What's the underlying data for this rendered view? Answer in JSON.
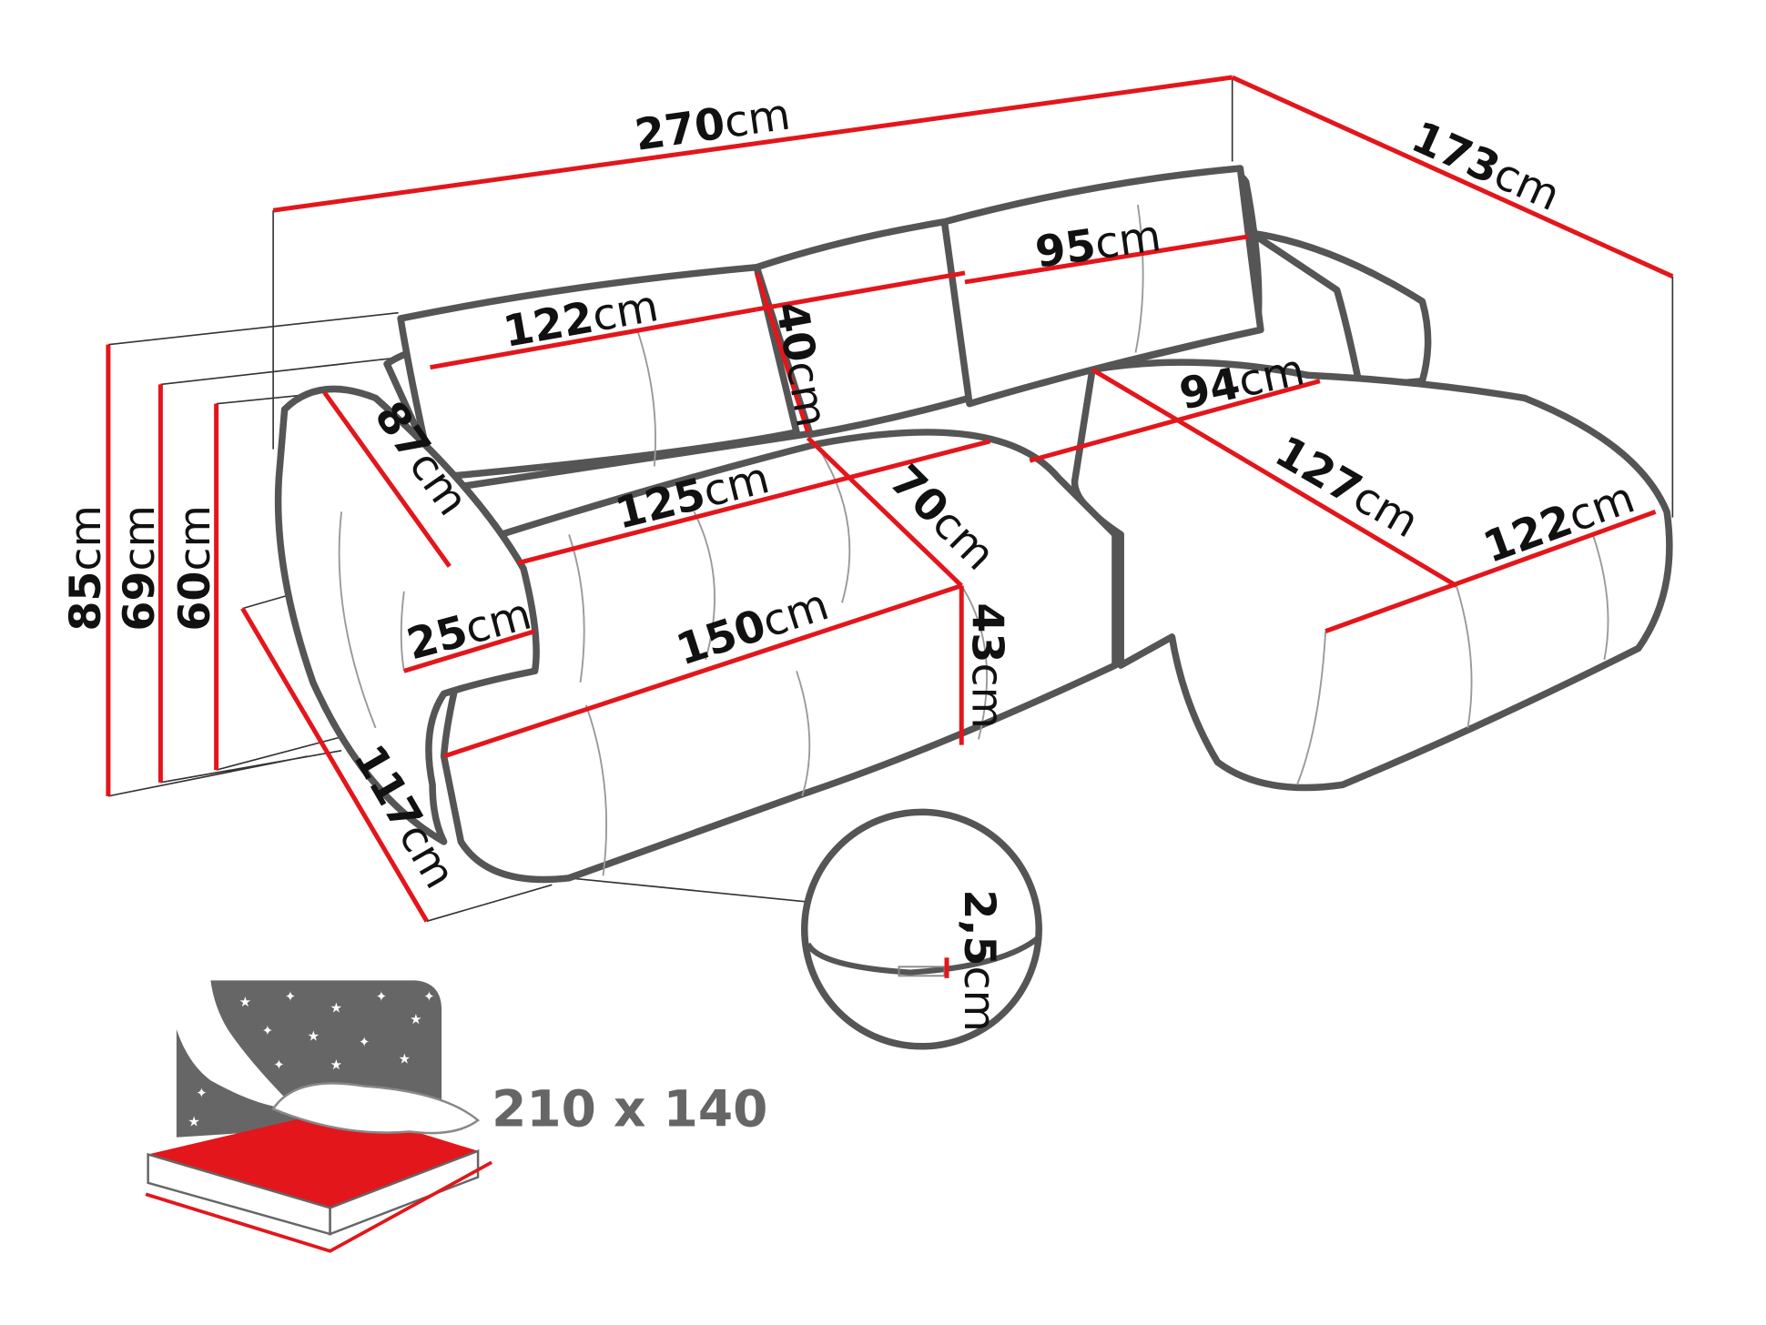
{
  "dimensions": {
    "total_width": {
      "value": "270",
      "unit": "cm"
    },
    "total_depth": {
      "value": "173",
      "unit": "cm"
    },
    "height_total": {
      "value": "85",
      "unit": "cm"
    },
    "height_back": {
      "value": "69",
      "unit": "cm"
    },
    "height_arm": {
      "value": "60",
      "unit": "cm"
    },
    "side_depth": {
      "value": "117",
      "unit": "cm"
    },
    "cushion_left_width": {
      "value": "122",
      "unit": "cm"
    },
    "cushion_height": {
      "value": "40",
      "unit": "cm"
    },
    "cushion_right_width": {
      "value": "95",
      "unit": "cm"
    },
    "arm_length": {
      "value": "87",
      "unit": "cm"
    },
    "seat_back_width": {
      "value": "125",
      "unit": "cm"
    },
    "seat_depth": {
      "value": "70",
      "unit": "cm"
    },
    "chaise_inner_width": {
      "value": "94",
      "unit": "cm"
    },
    "chaise_length": {
      "value": "127",
      "unit": "cm"
    },
    "chaise_width": {
      "value": "122",
      "unit": "cm"
    },
    "arm_width": {
      "value": "25",
      "unit": "cm"
    },
    "seat_front_width": {
      "value": "150",
      "unit": "cm"
    },
    "seat_height": {
      "value": "43",
      "unit": "cm"
    },
    "leg_height": {
      "value": "2,5",
      "unit": "cm"
    }
  },
  "bed": {
    "size": "210 x 140"
  },
  "colors": {
    "dimension_line": "#e3161b",
    "outline": "#555555"
  }
}
